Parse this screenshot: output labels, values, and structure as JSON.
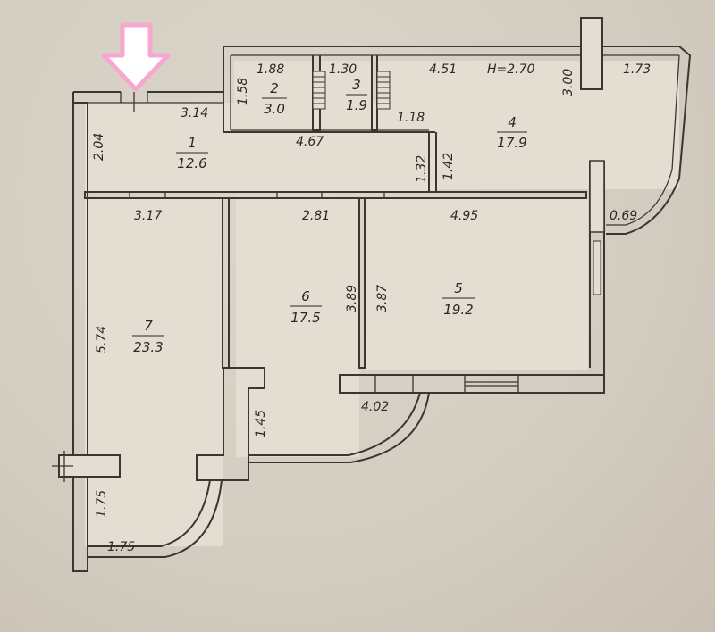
{
  "plan": {
    "ceiling_height": "H=2.70",
    "colors": {
      "wall": "#3b3630",
      "paper": "#d8d1c6",
      "arrow": "#f7a8d0"
    },
    "rooms": [
      {
        "id": "1",
        "number": "1",
        "area": "12.6"
      },
      {
        "id": "2",
        "number": "2",
        "area": "3.0"
      },
      {
        "id": "3",
        "number": "3",
        "area": "1.9"
      },
      {
        "id": "4",
        "number": "4",
        "area": "17.9"
      },
      {
        "id": "5",
        "number": "5",
        "area": "19.2"
      },
      {
        "id": "6",
        "number": "6",
        "area": "17.5"
      },
      {
        "id": "7",
        "number": "7",
        "area": "23.3"
      }
    ],
    "dimensions": [
      "1.88",
      "1.30",
      "4.51",
      "1.73",
      "1.58",
      "3.14",
      "2.04",
      "4.67",
      "1.18",
      "1.32",
      "1.42",
      "3.00",
      "0.69",
      "3.17",
      "2.81",
      "4.95",
      "3.89",
      "3.87",
      "5.74",
      "4.02",
      "1.45",
      "1.75",
      "1.75"
    ]
  }
}
